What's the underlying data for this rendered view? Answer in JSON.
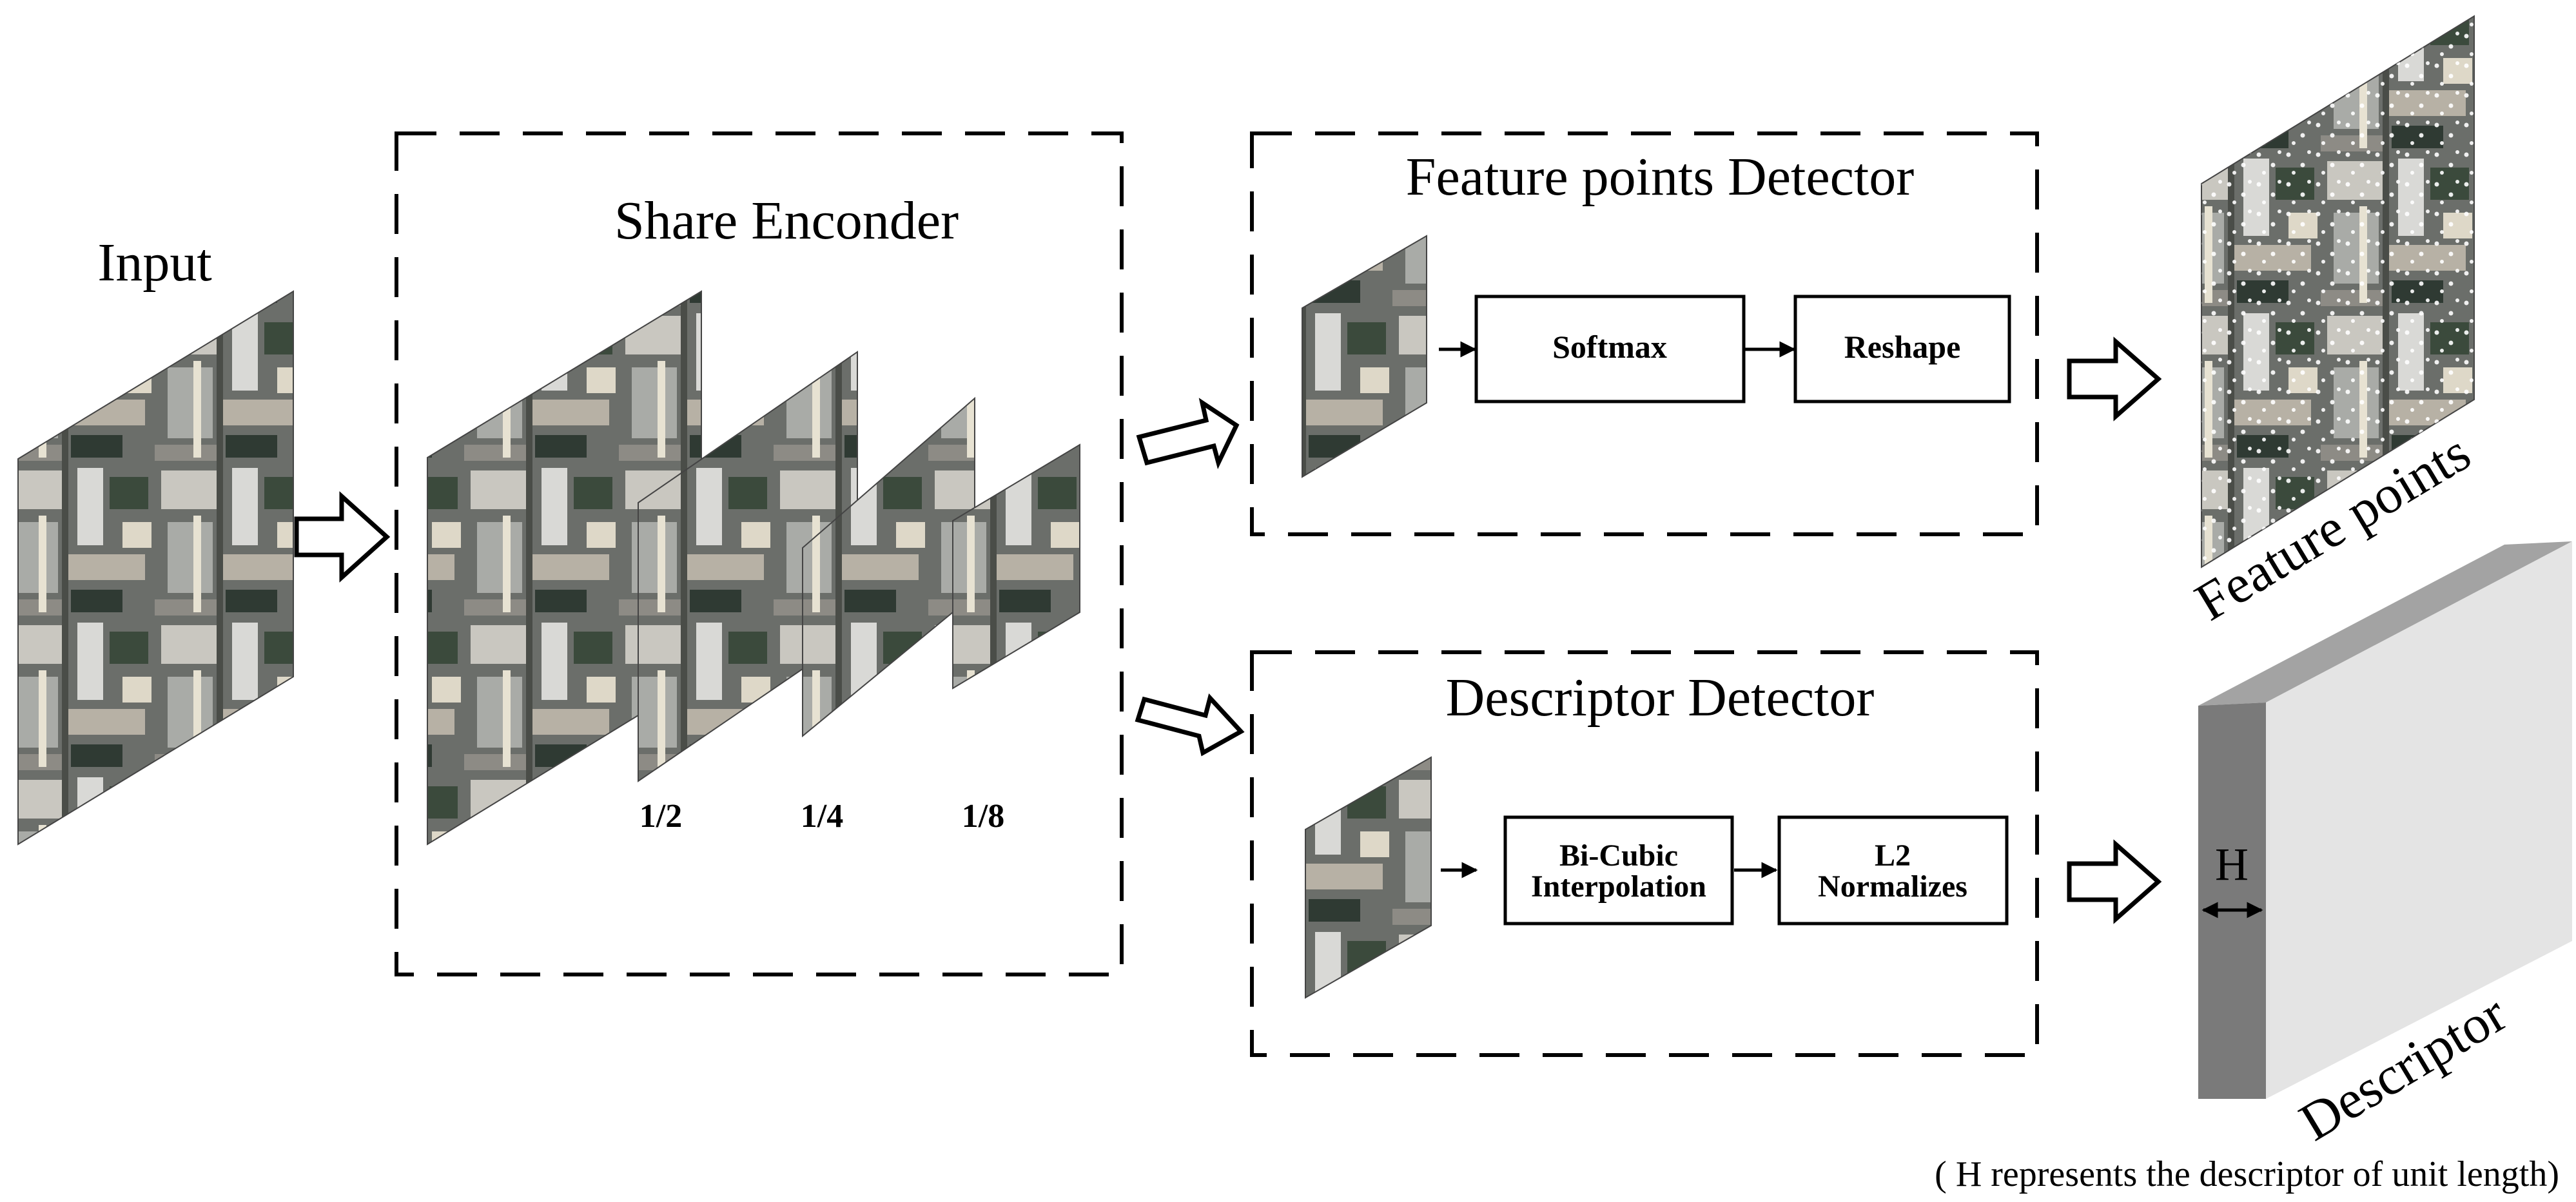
{
  "input": {
    "label": "Input"
  },
  "encoder": {
    "title": "Share Enconder",
    "scales": [
      "1/2",
      "1/4",
      "1/8"
    ]
  },
  "feature_detector": {
    "title": "Feature points Detector",
    "steps": [
      "Softmax",
      "Reshape"
    ]
  },
  "descriptor_detector": {
    "title": "Descriptor Detector",
    "steps": [
      [
        "Bi-Cubic",
        "Interpolation"
      ],
      [
        "L2",
        "Normalizes"
      ]
    ]
  },
  "outputs": {
    "feature_points_label": "Feature points",
    "descriptor_label": "Descriptor",
    "height_symbol": "H"
  },
  "footnote": "( H represents the descriptor of unit length)",
  "colors": {
    "ink": "#000000",
    "descriptor_front": "#7a7a7a",
    "descriptor_top": "#a3a3a3",
    "descriptor_side": "#e4e4e4",
    "aerial_base": "#6b6e6a"
  }
}
